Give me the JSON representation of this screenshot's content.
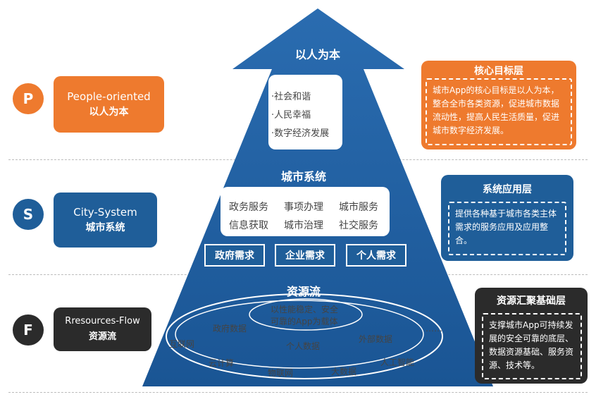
{
  "rows": [
    {
      "letter": "P",
      "en": "People-oriented",
      "zh": "以人为本",
      "color": "#ee7a2e"
    },
    {
      "letter": "S",
      "en": "City-System",
      "zh": "城市系统",
      "color": "#1f5e99"
    },
    {
      "letter": "F",
      "en": "Rresources-Flow",
      "zh": "资源流",
      "color": "#2b2b2b"
    }
  ],
  "pyramid": {
    "top_title": "以人为本",
    "top_items": [
      "·社会和谐",
      "·人民幸福",
      "·数字经济发展"
    ],
    "middle_title": "城市系统",
    "services_row1": [
      "政务服务",
      "事项办理",
      "城市服务"
    ],
    "services_row2": [
      "信息获取",
      "城市治理",
      "社交服务"
    ],
    "needs": [
      "政府需求",
      "企业需求",
      "个人需求"
    ],
    "bottom_title": "资源流",
    "carrier_line1": "以性能稳定、安全",
    "carrier_line2": "可靠的App为载体",
    "resources": {
      "gov": "政府数据",
      "external": "外部数据",
      "personal": "个人数据",
      "internet": "互联网",
      "cloud": "云计算",
      "iot": "物联网",
      "bigdata": "大数据",
      "ai": "人工智能",
      "more": "……"
    }
  },
  "right": [
    {
      "title": "核心目标层",
      "text": "城市App的核心目标是以人为本，整合全市各类资源，促进城市数据流动性，提高人民生活质量，促进城市数字经济发展。",
      "color": "#ee7a2e"
    },
    {
      "title": "系统应用层",
      "text": "提供各种基于城市各类主体需求的服务应用及应用整合。",
      "color": "#1f5e99"
    },
    {
      "title": "资源汇聚基础层",
      "text": "支撑城市App可持续发展的安全可靠的底层、数据资源基础、服务资源、技术等。",
      "color": "#2b2b2b"
    }
  ]
}
